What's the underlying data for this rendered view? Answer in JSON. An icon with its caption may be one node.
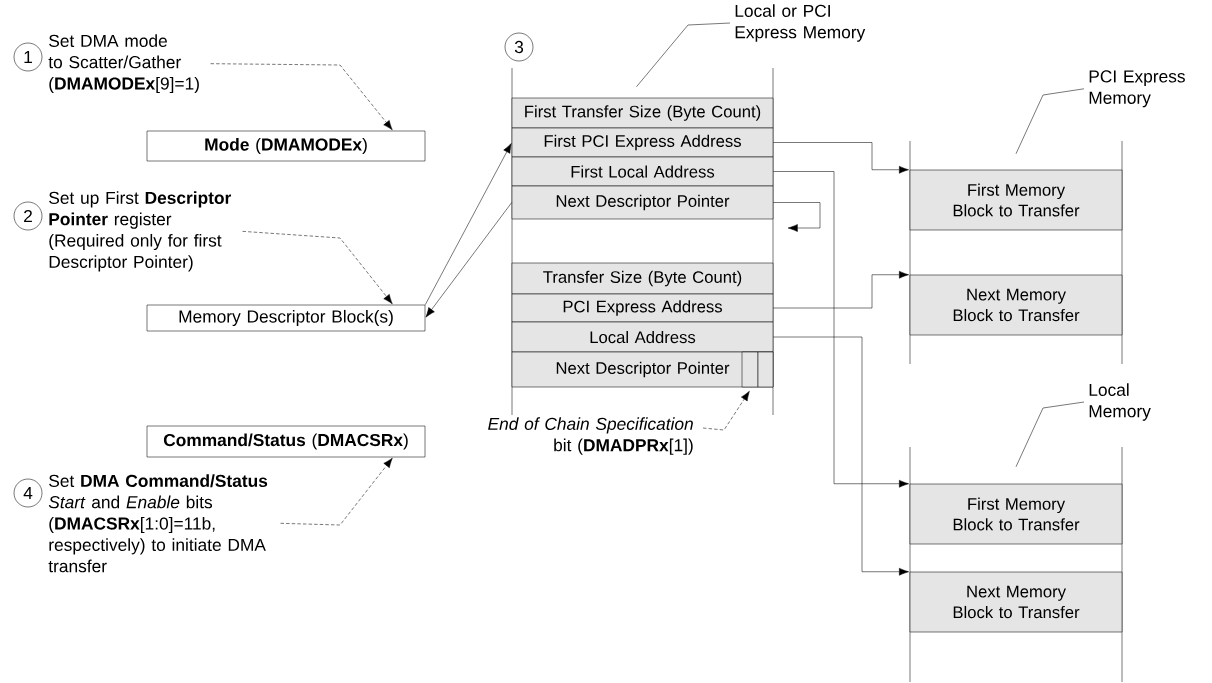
{
  "diagram": {
    "nodes": [
      {
        "text": [
          "1"
        ]
      },
      {
        "text": [
          "Set DMA mode to Scatter/Gather (**DMAMODEx**[9]=1)"
        ]
      },
      {
        "text": [
          "**Mode** (**DMAMODEx**)"
        ]
      },
      {
        "text": [
          "2"
        ]
      },
      {
        "text": [
          "Set up First **Descriptor Pointer** register (Required only for first Descriptor Pointer)"
        ]
      },
      {
        "text": [
          "Memory Descriptor Block(s)"
        ]
      },
      {
        "text": [
          "3"
        ]
      },
      {
        "text": [
          "Local or PCI Express Memory"
        ]
      },
      {
        "text": [],
        "shape": "box"
      },
      {
        "text": [
          "First Transfer Size (Byte Count)"
        ],
        "in": 8
      },
      {
        "text": [
          "First PCI Express Address"
        ],
        "in": 8
      },
      {
        "text": [
          "First Local Address"
        ],
        "in": 8
      },
      {
        "text": [
          "Next Descriptor Pointer"
        ],
        "in": 8
      },
      {
        "text": [
          "Transfer Size (Byte Count)"
        ],
        "in": 8
      },
      {
        "text": [
          "PCI Express Address"
        ],
        "in": 8
      },
      {
        "text": [
          "Local Address"
        ],
        "in": 8
      },
      {
        "text": [
          "Next Descriptor Pointer"
        ],
        "in": 8
      },
      {
        "text": [],
        "shape": "box",
        "in": 16
      },
      {
        "text": [],
        "shape": "box",
        "in": 16
      },
      {
        "text": [
          "*End of Chain Specification* bit (**DMADPRx**[1])"
        ]
      },
      {
        "text": [
          "PCI Express Memory"
        ]
      },
      {
        "text": [],
        "shape": "box"
      },
      {
        "text": [
          "First Memory Block to Transfer"
        ],
        "in": 21
      },
      {
        "text": [
          "Next Memory Block to Transfer"
        ],
        "in": 21
      },
      {
        "text": [
          "Local Memory"
        ]
      },
      {
        "text": [],
        "shape": "box"
      },
      {
        "text": [
          "First Memory Block to Transfer"
        ],
        "in": 25
      },
      {
        "text": [
          "Next Memory Block to Transfer"
        ],
        "in": 25
      },
      {
        "text": [
          "**Command/Status** (**DMACSRx**)"
        ]
      },
      {
        "text": [
          "4"
        ]
      },
      {
        "text": [
          "Set **DMA Command/Status** *Start* and *Enable* bits (**DMACSRx**[1:0]=11b, respectively) to initiate DMA transfer"
        ]
      }
    ],
    "edges": [
      {
        "from": 1,
        "to": 2,
        "arrow": "to",
        "style": "dashed"
      },
      {
        "from": 4,
        "to": 5,
        "arrow": "to",
        "style": "dashed"
      },
      {
        "from": 5,
        "to": 10,
        "arrow": "to"
      },
      {
        "from": 12,
        "to": 5,
        "arrow": "to"
      },
      {
        "from": 10,
        "to": 22,
        "arrow": "to"
      },
      {
        "from": 11,
        "to": 26,
        "arrow": "to"
      },
      {
        "from": 12,
        "to": null,
        "arrow": "to"
      },
      {
        "from": 14,
        "to": 23,
        "arrow": "to"
      },
      {
        "from": 15,
        "to": 27,
        "arrow": "to"
      },
      {
        "from": 19,
        "to": 17,
        "arrow": "to",
        "style": "dashed"
      },
      {
        "from": 30,
        "to": 28,
        "arrow": "to",
        "style": "dashed"
      },
      {
        "from": 7,
        "to": 8,
        "arrow": "none"
      },
      {
        "from": 20,
        "to": 21,
        "arrow": "none"
      },
      {
        "from": 24,
        "to": 25,
        "arrow": "none"
      }
    ]
  }
}
